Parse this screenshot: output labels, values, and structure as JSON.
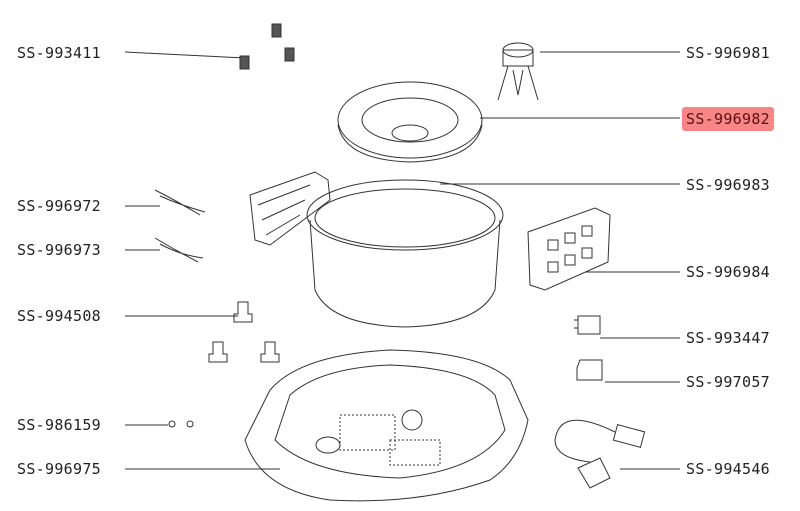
{
  "parts_left": [
    {
      "code": "SS-993411"
    },
    {
      "code": "SS-996972"
    },
    {
      "code": "SS-996973"
    },
    {
      "code": "SS-994508"
    },
    {
      "code": "SS-986159"
    },
    {
      "code": "SS-996975"
    }
  ],
  "parts_right": [
    {
      "code": "SS-996981"
    },
    {
      "code": "SS-996982",
      "highlighted": true
    },
    {
      "code": "SS-996983"
    },
    {
      "code": "SS-996984"
    },
    {
      "code": "SS-993447"
    },
    {
      "code": "SS-997057"
    },
    {
      "code": "SS-994546"
    }
  ],
  "colors": {
    "highlight": "#f98686",
    "line": "#333333"
  }
}
